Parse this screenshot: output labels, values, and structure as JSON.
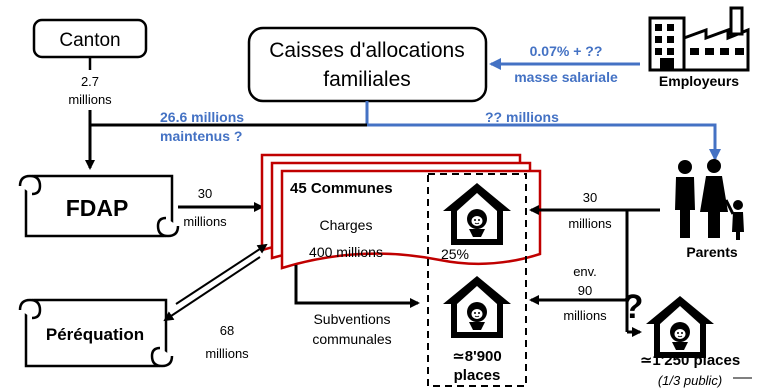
{
  "colors": {
    "blue_flow": "#4472c4",
    "commune_border": "#c00000",
    "black": "#000000"
  },
  "nodes": {
    "canton": "Canton",
    "caisses_line1": "Caisses d'allocations",
    "caisses_line2": "familiales",
    "employeurs": "Employeurs",
    "fdap": "FDAP",
    "perequation": "Péréquation",
    "communes_title": "45 Communes",
    "charges": "Charges",
    "charges_amount": "400 millions",
    "share": "25%",
    "parents": "Parents",
    "subventions_line1": "Subventions",
    "subventions_line2": "communales",
    "places_count": "≃8'900",
    "places_label": "places",
    "private_places": "≃1'250 places",
    "private_places_note": "(1/3 public)",
    "question_mark": "?"
  },
  "flows": {
    "canton_amount": "2.7",
    "canton_unit": "millions",
    "employer_rate": "0.07% + ??",
    "employer_base": "masse salariale",
    "caisses_fdap_line1": "26.6 millions",
    "caisses_fdap_line2": "maintenus ?",
    "caisses_parents": "?? millions",
    "fdap_amount": "30",
    "fdap_unit": "millions",
    "parents_amount": "30",
    "parents_unit": "millions",
    "env_prefix": "env.",
    "env_amount": "90",
    "env_unit": "millions",
    "perequation_amount": "68",
    "perequation_unit": "millions"
  },
  "icons": [
    "factory-icon",
    "house-baby-icon",
    "family-icon",
    "scroll-icon",
    "question-icon"
  ]
}
